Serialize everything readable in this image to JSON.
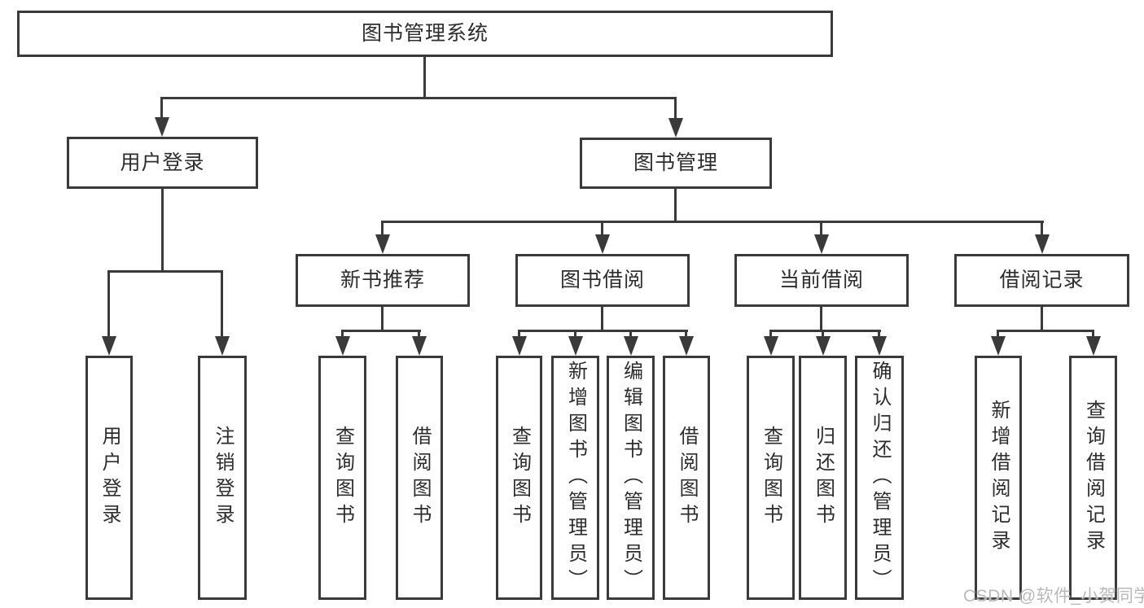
{
  "tree": {
    "root": "图书管理系统",
    "login": {
      "label": "用户登录",
      "children": [
        "用户登录",
        "注销登录"
      ]
    },
    "mgmt": {
      "label": "图书管理",
      "groups": [
        {
          "label": "新书推荐",
          "children": [
            "查询图书",
            "借阅图书"
          ]
        },
        {
          "label": "图书借阅",
          "children": [
            "查询图书",
            "新增图书（管理员）",
            "编辑图书（管理员）",
            "借阅图书"
          ]
        },
        {
          "label": "当前借阅",
          "children": [
            "查询图书",
            "归还图书",
            "确认归还（管理员）"
          ]
        },
        {
          "label": "借阅记录",
          "children": [
            "新增借阅记录",
            "查询借阅记录"
          ]
        }
      ]
    }
  },
  "watermark": "CSDN @软件_小贺同学",
  "colors": {
    "line": "#3a3a3a",
    "text": "#2d2d2d",
    "watermark": "#b9b9b9",
    "background": "#ffffff"
  }
}
